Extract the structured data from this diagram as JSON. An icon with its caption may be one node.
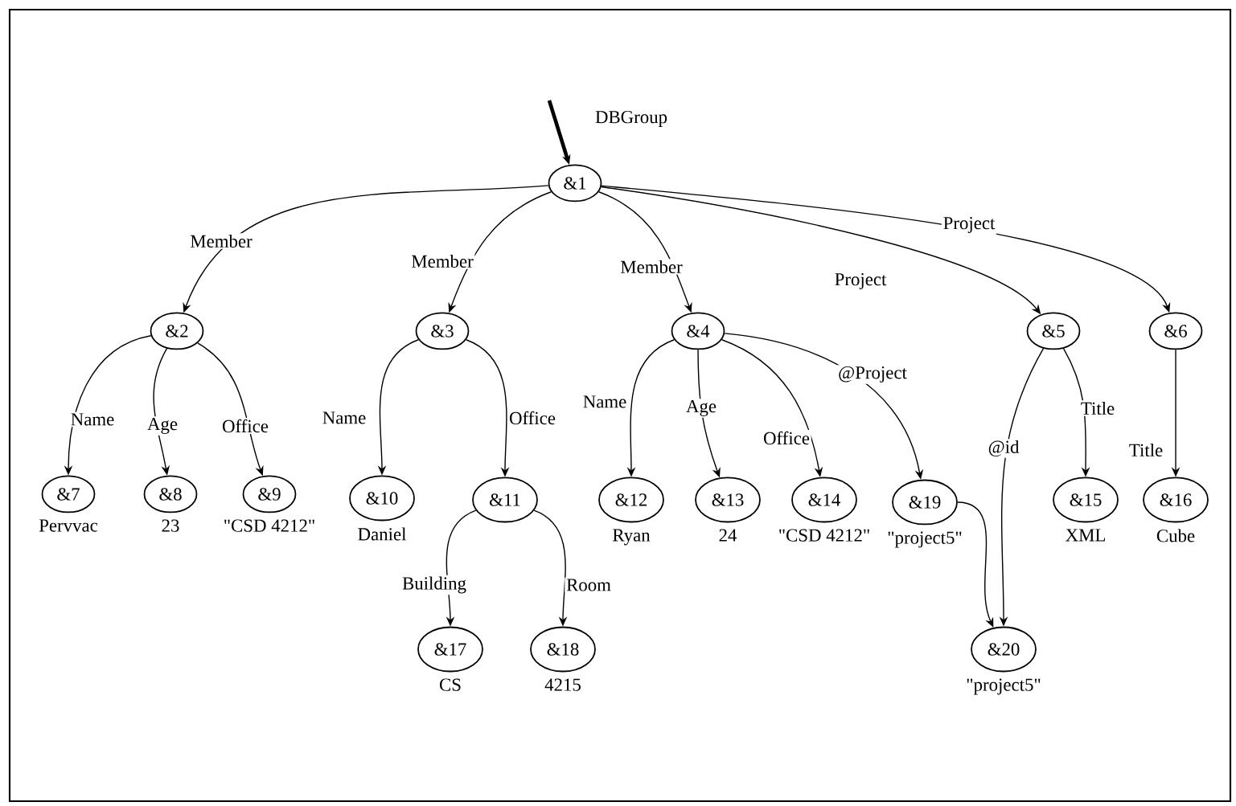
{
  "diagram": {
    "nodes": [
      {
        "text": [
          "&1"
        ]
      },
      {
        "text": [
          "&2"
        ]
      },
      {
        "text": [
          "&3"
        ]
      },
      {
        "text": [
          "&4"
        ]
      },
      {
        "text": [
          "&5"
        ]
      },
      {
        "text": [
          "&6"
        ]
      },
      {
        "text": [
          "&7"
        ],
        "beside": [
          "Pervvac"
        ]
      },
      {
        "text": [
          "&8"
        ],
        "beside": [
          "23"
        ]
      },
      {
        "text": [
          "&9"
        ],
        "beside": [
          "\"CSD 4212\""
        ]
      },
      {
        "text": [
          "&10"
        ],
        "beside": [
          "Daniel"
        ]
      },
      {
        "text": [
          "&11"
        ]
      },
      {
        "text": [
          "&12"
        ],
        "beside": [
          "Ryan"
        ]
      },
      {
        "text": [
          "&13"
        ],
        "beside": [
          "24"
        ]
      },
      {
        "text": [
          "&14"
        ],
        "beside": [
          "\"CSD 4212\""
        ]
      },
      {
        "text": [
          "&19"
        ],
        "beside": [
          "\"project5\""
        ]
      },
      {
        "text": [
          "&15"
        ],
        "beside": [
          "XML"
        ]
      },
      {
        "text": [
          "&16"
        ],
        "beside": [
          "Cube"
        ]
      },
      {
        "text": [
          "&17"
        ],
        "beside": [
          "CS"
        ]
      },
      {
        "text": [
          "&18"
        ],
        "beside": [
          "4215"
        ]
      },
      {
        "text": [
          "&20"
        ],
        "beside": [
          "\"project5\""
        ]
      }
    ],
    "edges": [
      {
        "from": null,
        "to": 0,
        "arrow": "to",
        "label": "DBGroup",
        "style": "thick"
      },
      {
        "from": 0,
        "to": 1,
        "arrow": "to",
        "label": "Member"
      },
      {
        "from": 0,
        "to": 2,
        "arrow": "to",
        "label": "Member"
      },
      {
        "from": 0,
        "to": 3,
        "arrow": "to",
        "label": "Member"
      },
      {
        "from": 0,
        "to": 4,
        "arrow": "to",
        "label": "Project"
      },
      {
        "from": 0,
        "to": 5,
        "arrow": "to",
        "label": "Project"
      },
      {
        "from": 1,
        "to": 6,
        "arrow": "to",
        "label": "Name"
      },
      {
        "from": 1,
        "to": 7,
        "arrow": "to",
        "label": "Age"
      },
      {
        "from": 1,
        "to": 8,
        "arrow": "to",
        "label": "Office"
      },
      {
        "from": 2,
        "to": 9,
        "arrow": "to",
        "label": "Name"
      },
      {
        "from": 2,
        "to": 10,
        "arrow": "to",
        "label": "Office"
      },
      {
        "from": 3,
        "to": 11,
        "arrow": "to",
        "label": "Name"
      },
      {
        "from": 3,
        "to": 12,
        "arrow": "to",
        "label": "Age"
      },
      {
        "from": 3,
        "to": 13,
        "arrow": "to",
        "label": "Office"
      },
      {
        "from": 3,
        "to": 14,
        "arrow": "to",
        "label": "@Project"
      },
      {
        "from": 4,
        "to": 19,
        "arrow": "to",
        "label": "@id"
      },
      {
        "from": 4,
        "to": 15,
        "arrow": "to",
        "label": "Title"
      },
      {
        "from": 5,
        "to": 16,
        "arrow": "to",
        "label": "Title"
      },
      {
        "from": 10,
        "to": 17,
        "arrow": "to",
        "label": "Building"
      },
      {
        "from": 10,
        "to": 18,
        "arrow": "to",
        "label": "Room"
      },
      {
        "from": 14,
        "to": 19,
        "arrow": "to"
      }
    ]
  }
}
